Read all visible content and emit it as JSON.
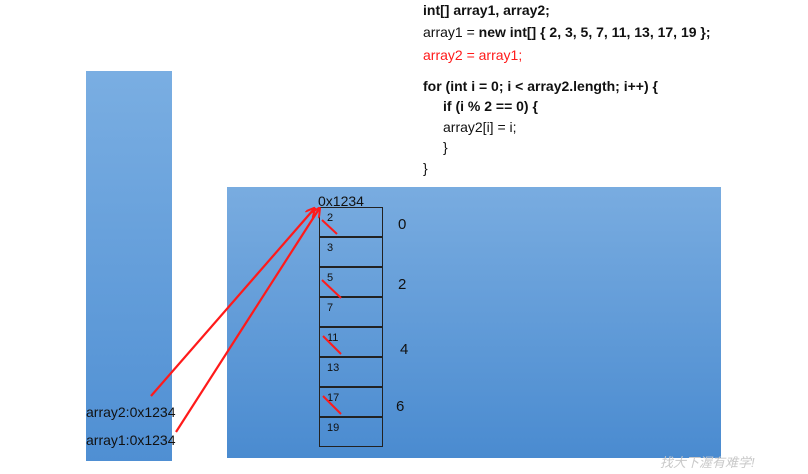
{
  "code": {
    "line1": "int[] array1, array2;",
    "line2_a": "array1 = ",
    "line2_b": "new int[] { 2, 3, 5, 7, 11, 13, 17, 19 };",
    "line3": "array2 = array1;",
    "line4": "for (int i = 0; i < array2.length; i++) {",
    "line5": "if (i % 2 == 0) {",
    "line6": "array2[i] = i;",
    "line7": "}",
    "line8": "}"
  },
  "heap": {
    "address": "0x1234",
    "cells": [
      "2",
      "3",
      "5",
      "7",
      "11",
      "13",
      "17",
      "19"
    ],
    "indices": [
      "0",
      "2",
      "4",
      "6"
    ]
  },
  "stack": {
    "array2": "array2:0x1234",
    "array1": "array1:0x1234"
  },
  "watermark": "找大下渥有难学!",
  "colors": {
    "arrow": "#ff1a1a",
    "panel": "#5b97d6"
  }
}
